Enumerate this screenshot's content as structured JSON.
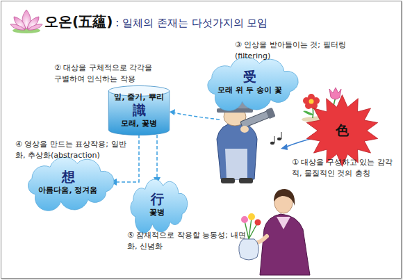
{
  "diagram": {
    "title": "오온(五蘊)",
    "nodes": [
      {
        "text": [
          "受",
          "모래 위 두 송이 꽃"
        ]
      },
      {
        "text": [
          "잎, 줄기, 뿌리",
          "識",
          "모래, 꽃병"
        ]
      },
      {
        "text": [
          "色"
        ]
      },
      {
        "text": [
          "想",
          "아름다움, 정겨움"
        ]
      },
      {
        "text": [
          "行",
          "꽃병"
        ]
      }
    ],
    "edges": [
      {
        "from": 1,
        "to": 3,
        "arrow": "to"
      },
      {
        "from": 1,
        "to": 4,
        "arrow": "to"
      }
    ],
    "labels": [
      ": 일체의 존재는 다섯가지의 모임",
      "② 대상을 구체적으로 각각을 구별하여 인식하는 작용",
      "③ 인상을 받아들이는 것; 필터링(filtering)",
      "④ 영상을 만드는 표상작용; 일반화, 추상화(abstraction)",
      "① 대상을 구성하고 있는 감각적, 물질적인 것의 총칭",
      "⑤ 잠재적으로 작용할 능동성; 내면화, 신념화"
    ]
  }
}
